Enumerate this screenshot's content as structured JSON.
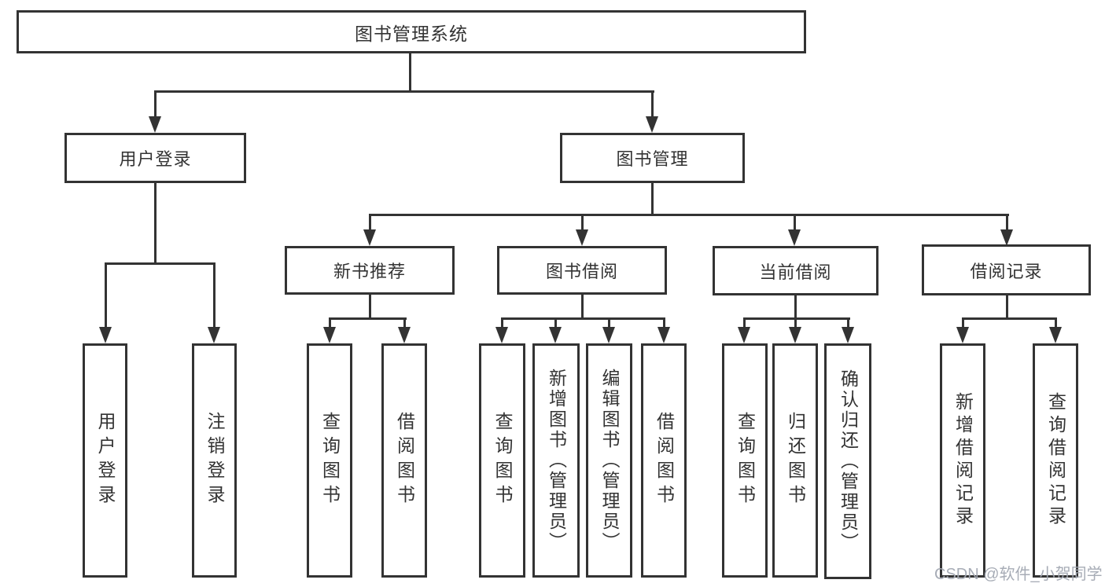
{
  "title": "图书管理系统",
  "watermark": "CSDN @软件_小贺同学",
  "colors": {
    "line": "#333333",
    "text": "#333333",
    "background": "#ffffff",
    "watermark": "#a2a8b2"
  },
  "diagram_type": "hierarchy-tree",
  "nodes": {
    "root": {
      "label": "图书管理系统"
    },
    "user_login": {
      "label": "用户登录"
    },
    "book_mgmt": {
      "label": "图书管理"
    },
    "new_book_rec": {
      "label": "新书推荐"
    },
    "book_borrow": {
      "label": "图书借阅"
    },
    "current_borrow": {
      "label": "当前借阅"
    },
    "borrow_records": {
      "label": "借阅记录"
    },
    "leaf_user_login": {
      "label": "用户登录"
    },
    "leaf_logout": {
      "label": "注销登录"
    },
    "leaf_rec_search": {
      "label": "查询图书"
    },
    "leaf_rec_borrow": {
      "label": "借阅图书"
    },
    "leaf_bb_search": {
      "label": "查询图书"
    },
    "leaf_bb_add": {
      "label": "新增图书（管理员）"
    },
    "leaf_bb_edit": {
      "label": "编辑图书（管理员）"
    },
    "leaf_bb_borrow": {
      "label": "借阅图书"
    },
    "leaf_cb_search": {
      "label": "查询图书"
    },
    "leaf_cb_return": {
      "label": "归还图书"
    },
    "leaf_cb_confirm": {
      "label": "确认归还（管理员）"
    },
    "leaf_br_add": {
      "label": "新增借阅记录"
    },
    "leaf_br_search": {
      "label": "查询借阅记录"
    }
  },
  "tree": {
    "图书管理系统": {
      "用户登录": [
        "用户登录",
        "注销登录"
      ],
      "图书管理": {
        "新书推荐": [
          "查询图书",
          "借阅图书"
        ],
        "图书借阅": [
          "查询图书",
          "新增图书（管理员）",
          "编辑图书（管理员）",
          "借阅图书"
        ],
        "当前借阅": [
          "查询图书",
          "归还图书",
          "确认归还（管理员）"
        ],
        "借阅记录": [
          "新增借阅记录",
          "查询借阅记录"
        ]
      }
    }
  }
}
